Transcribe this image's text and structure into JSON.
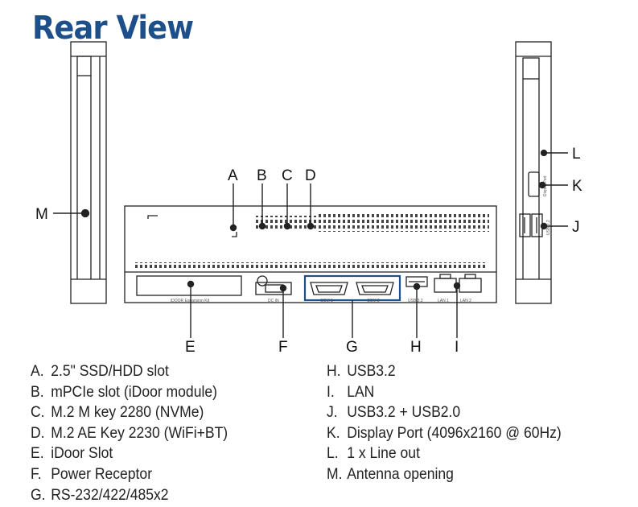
{
  "title": "Rear View",
  "callouts": {
    "A": "A",
    "B": "B",
    "C": "C",
    "D": "D",
    "E": "E",
    "F": "F",
    "G": "G",
    "H": "H",
    "I": "I",
    "J": "J",
    "K": "K",
    "L": "L",
    "M": "M"
  },
  "port_labels": {
    "idoor": "iDOOR Expansion Kit",
    "dc_in": "DC IN",
    "com1": "COM 1",
    "com2": "COM 2",
    "usb": "USB 3.2",
    "lan1": "LAN 1",
    "lan2": "LAN 2",
    "dp": "DisplayPort",
    "usb_side": "USB 3.2"
  },
  "legend_left": [
    {
      "letter": "A.",
      "text": "2.5\" SSD/HDD slot"
    },
    {
      "letter": "B.",
      "text": "mPCIe slot (iDoor module)"
    },
    {
      "letter": "C.",
      "text": "M.2 M key 2280 (NVMe)"
    },
    {
      "letter": "D.",
      "text": "M.2 AE Key 2230 (WiFi+BT)"
    },
    {
      "letter": "E.",
      "text": "iDoor Slot"
    },
    {
      "letter": "F.",
      "text": "Power Receptor"
    },
    {
      "letter": "G.",
      "text": "RS-232/422/485x2"
    }
  ],
  "legend_right": [
    {
      "letter": "H.",
      "text": "USB3.2"
    },
    {
      "letter": "I.",
      "text": "LAN"
    },
    {
      "letter": "J.",
      "text": "USB3.2 + USB2.0"
    },
    {
      "letter": "K.",
      "text": "Display Port (4096x2160 @ 60Hz)"
    },
    {
      "letter": "L.",
      "text": "1 x Line out"
    },
    {
      "letter": "M.",
      "text": "Antenna opening"
    }
  ],
  "colors": {
    "title": "#1d4f8b",
    "highlight_box": "#1d4f8b"
  }
}
